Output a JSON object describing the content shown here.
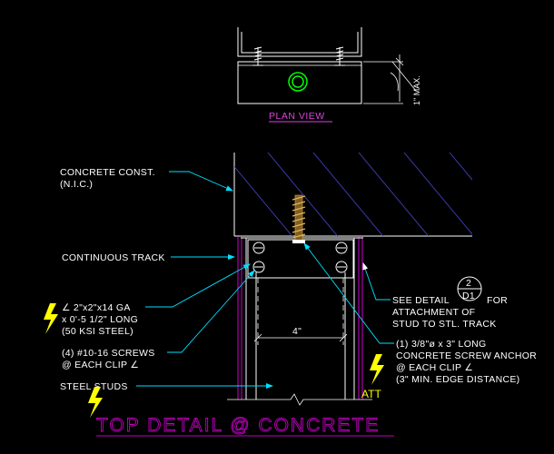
{
  "plan_view": {
    "label": "PLAN VIEW",
    "dim_label": "1\" MAX."
  },
  "section": {
    "title": "TOP DETAIL @ CONCRETE",
    "dim_clip_width": "4\""
  },
  "callouts": {
    "concrete_line1": "CONCRETE CONST.",
    "concrete_line2": "(N.I.C.)",
    "track": "CONTINUOUS TRACK",
    "angle_line1": "∠ 2\"x2\"x14 GA",
    "angle_line2": "x 0'-5 1/2\" LONG",
    "angle_line3": "(50 KSI STEEL)",
    "screws_line1": "(4) #10-16 SCREWS",
    "screws_line2": "@ EACH CLIP ∠",
    "studs": "STEEL STUDS",
    "see_detail_pre": "SEE DETAIL",
    "see_detail_post": "FOR",
    "see_detail_line2": "ATTACHMENT OF",
    "see_detail_line3": "STUD TO STL. TRACK",
    "detail_ref_num": "2",
    "detail_ref_sheet": "D1",
    "anchor_line1": "(1) 3/8\"ø x 3\" LONG",
    "anchor_line2": "CONCRETE SCREW ANCHOR",
    "anchor_line3": "@ EACH CLIP ∠",
    "anchor_line4": "(3\" MIN. EDGE DISTANCE)",
    "att": "ATT"
  },
  "colors": {
    "background": "#000000",
    "leader": "#00e0ff",
    "title": "#c000c0",
    "plan_label": "#e040e0",
    "lightning": "#ffff00",
    "line": "#ffffff",
    "anchor_ring": "#00ff00"
  },
  "icons": [
    "lightning-bolt-icon",
    "detail-reference-bubble-icon",
    "screw-anchor-icon"
  ]
}
